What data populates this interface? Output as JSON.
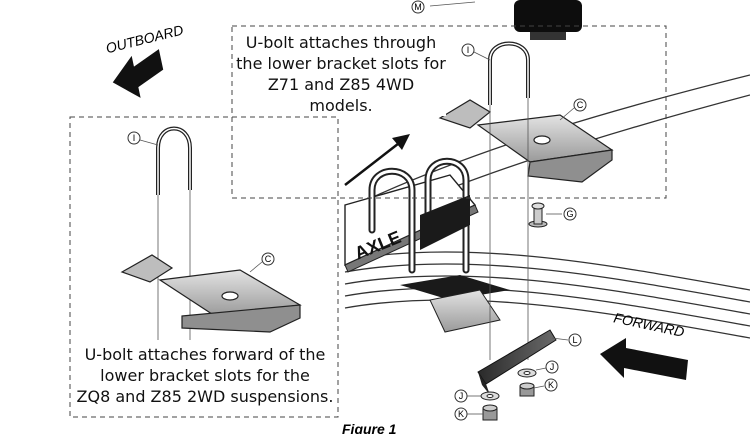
{
  "labels": {
    "outboard": "OUTBOARD",
    "forward": "FORWARD",
    "axle": "AXLE",
    "figure": "Figure 1"
  },
  "captions": {
    "z71": [
      "U-bolt attaches through",
      "the lower bracket slots for",
      "Z71 and Z85 4WD models."
    ],
    "zq8": [
      "U-bolt attaches forward of the",
      "lower bracket slots for the",
      "ZQ8 and Z85 2WD suspensions."
    ]
  },
  "callouts": {
    "M": "M",
    "I_top": "I",
    "C_top": "C",
    "G": "G",
    "I_left": "I",
    "C_left": "C",
    "L": "L",
    "J_right": "J",
    "K_right": "K",
    "J_left": "J",
    "K_left": "K"
  },
  "colors": {
    "ink": "#111111",
    "part_gray": "#c9c9c9",
    "dark_gray": "#555555"
  }
}
